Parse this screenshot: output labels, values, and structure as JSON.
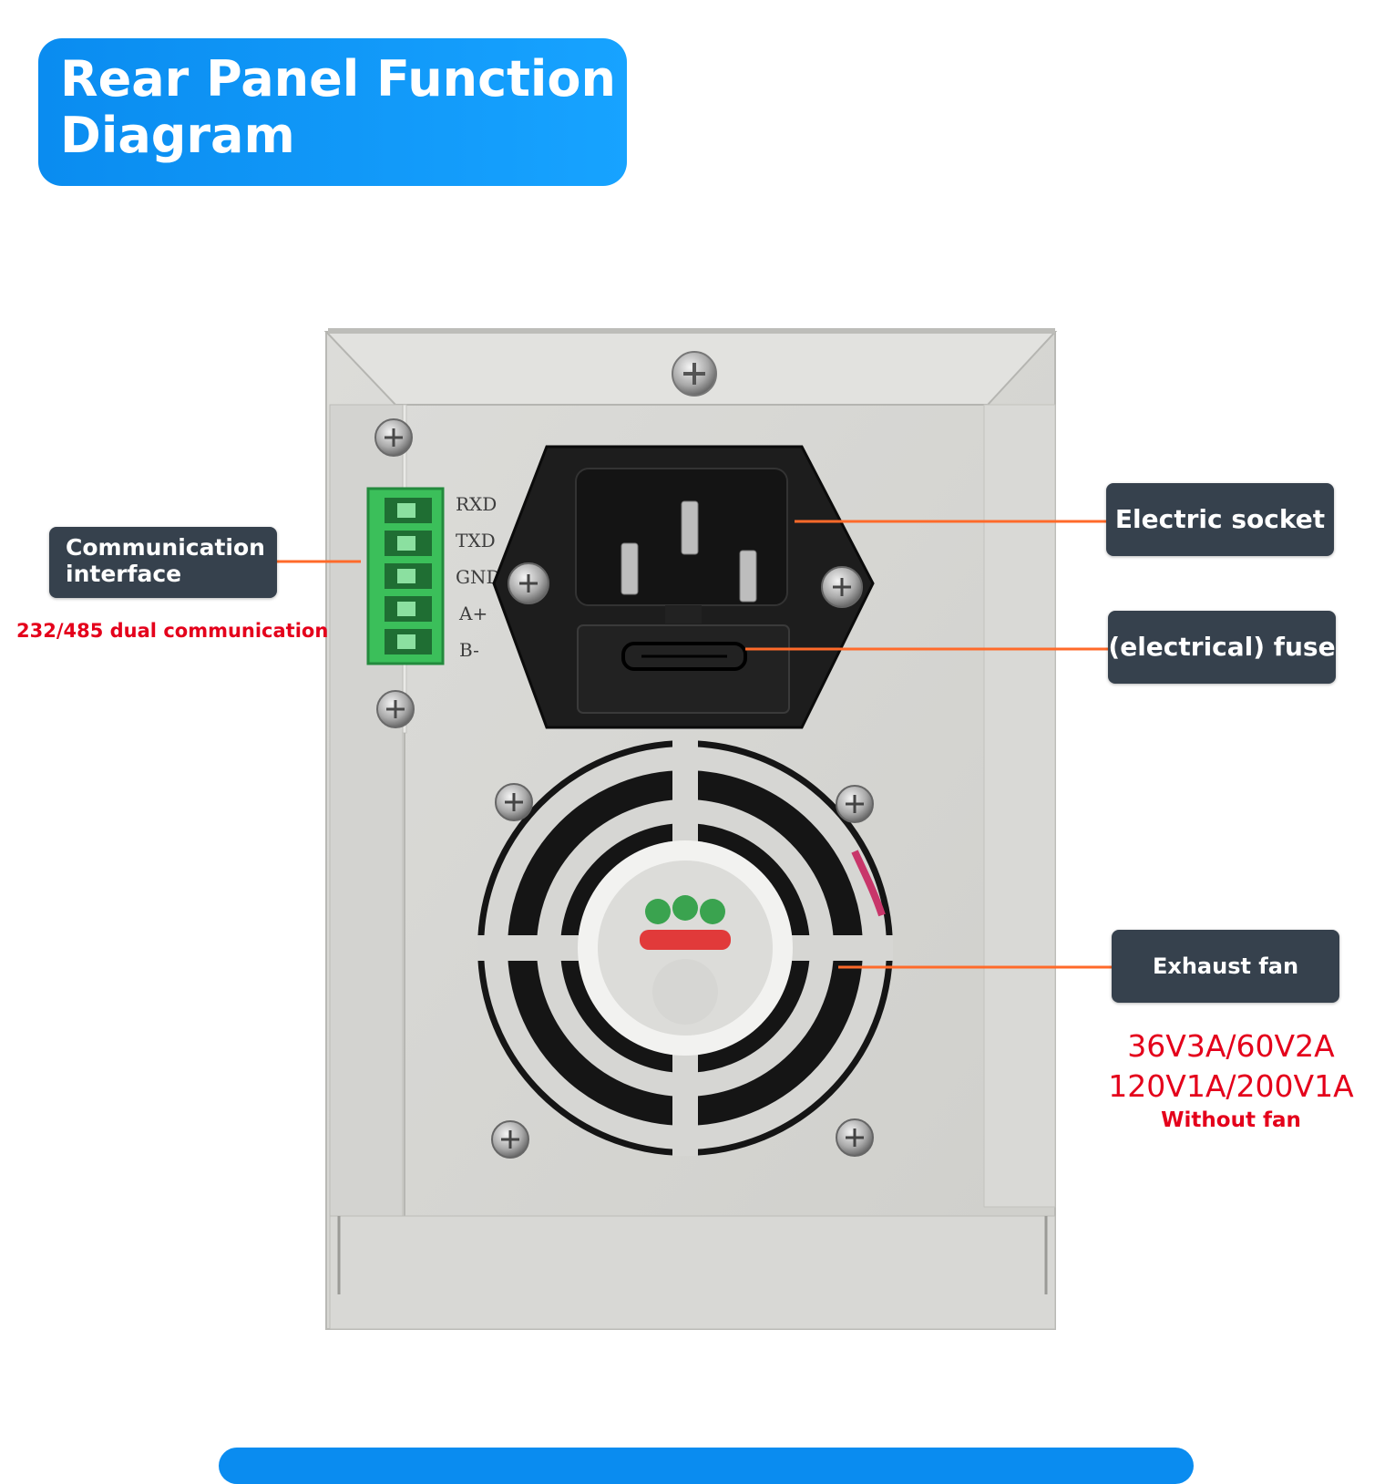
{
  "title": {
    "line1": "Rear Panel Function",
    "line2": "Diagram"
  },
  "callouts": {
    "communication": {
      "line1": "Communication",
      "line2": "interface",
      "note": "232/485 dual communication"
    },
    "electric_socket": "Electric socket",
    "fuse": "(electrical) fuse",
    "exhaust_fan": "Exhaust fan"
  },
  "fan_note": {
    "line1": "36V3A/60V2A",
    "line2": "120V1A/200V1A",
    "line3": "Without fan"
  },
  "terminal_labels": [
    "RXD",
    "TXD",
    "GND",
    "A+",
    "B-"
  ],
  "colors": {
    "title_bg": "#0a8cf0",
    "callout_bg": "#36414d",
    "leader_line": "#ff6a2a",
    "note_red": "#e4001b",
    "terminal_green": "#3bbf5a",
    "panel": "#d6d6d3"
  }
}
